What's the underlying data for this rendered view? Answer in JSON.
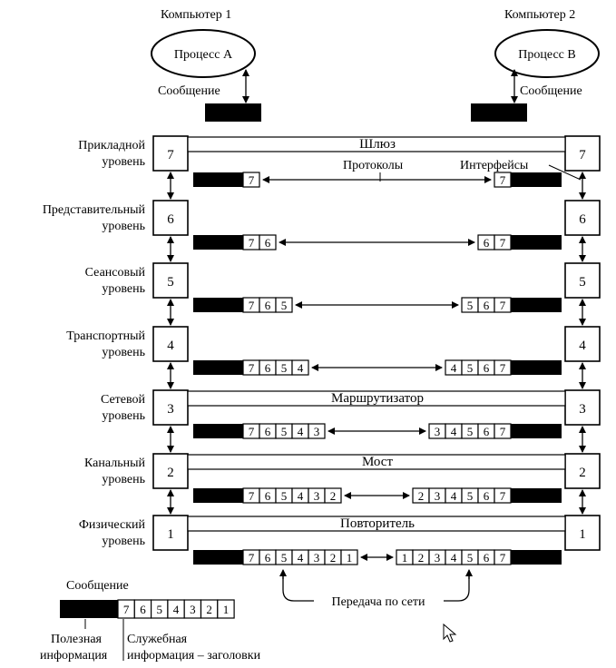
{
  "computer1": {
    "title": "Компьютер 1",
    "process": "Процесс A",
    "message": "Сообщение"
  },
  "computer2": {
    "title": "Компьютер 2",
    "process": "Процесс B",
    "message": "Сообщение"
  },
  "layers": [
    {
      "num": "7",
      "name1": "Прикладной",
      "name2": "уровень",
      "device": "Шлюз"
    },
    {
      "num": "6",
      "name1": "Представительный",
      "name2": "уровень",
      "device": ""
    },
    {
      "num": "5",
      "name1": "Сеансовый",
      "name2": "уровень",
      "device": ""
    },
    {
      "num": "4",
      "name1": "Транспортный",
      "name2": "уровень",
      "device": ""
    },
    {
      "num": "3",
      "name1": "Сетевой",
      "name2": "уровень",
      "device": "Маршрутизатор"
    },
    {
      "num": "2",
      "name1": "Канальный",
      "name2": "уровень",
      "device": "Мост"
    },
    {
      "num": "1",
      "name1": "Физический",
      "name2": "уровень",
      "device": "Повторитель"
    }
  ],
  "labels": {
    "protocols": "Протоколы",
    "interfaces": "Интерфейсы",
    "network": "Передача по сети"
  },
  "legend": {
    "message": "Сообщение",
    "headers": [
      "7",
      "6",
      "5",
      "4",
      "3",
      "2",
      "1"
    ],
    "payload1": "Полезная",
    "payload2": "информация",
    "service1": "Служебная",
    "service2": "информация – заголовки"
  },
  "colors": {
    "ink": "#000000",
    "paper": "#ffffff"
  }
}
